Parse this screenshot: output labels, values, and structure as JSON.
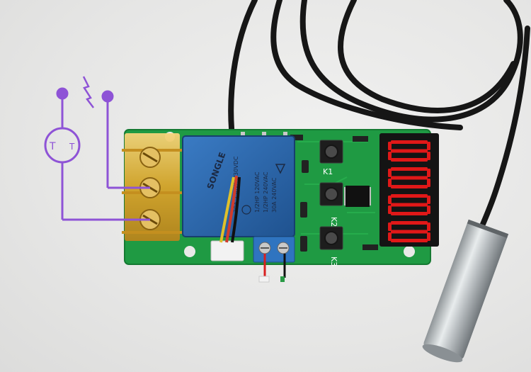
{
  "relay": {
    "brand": "SONGLE",
    "rating_1": "30A 250VAC/30VDC",
    "rating_2": "1/2HP 120VAC",
    "rating_3": "1/2HP 240VAC",
    "rating_4": "30A 240VAC"
  },
  "buttons": {
    "k1": "K1",
    "k2": "K2",
    "k3": "K3"
  },
  "display": {
    "digits": [
      "8",
      "8",
      "8",
      "8"
    ]
  },
  "colors": {
    "pcb": "#1f9a43",
    "relay": "#2563a8",
    "wire_diagram": "#8e53d6",
    "terminal": "#e3b236",
    "segment": "#e01818",
    "cable": "#161616"
  },
  "icons": {
    "lightning": "lightning-icon",
    "source": "ac-source-icon"
  }
}
